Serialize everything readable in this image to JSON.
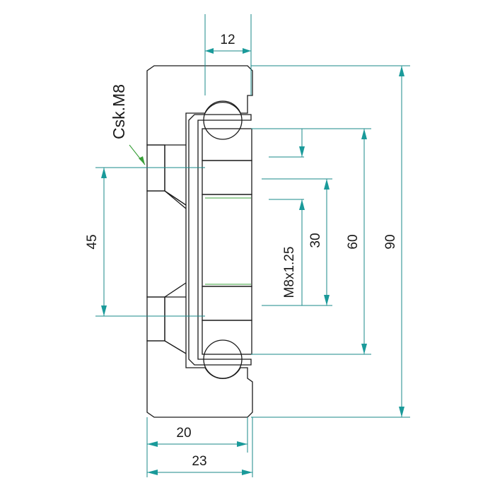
{
  "drawing": {
    "dimensions": {
      "top_width": "12",
      "overall_height": "90",
      "inner_height": "60",
      "thread_pitch_height": "30",
      "hole_spacing": "45",
      "body_width": "20",
      "overall_width": "23"
    },
    "labels": {
      "countersink": "Csk.M8",
      "thread": "M8x1.25"
    },
    "colors": {
      "hatch": "#e8463c",
      "dimension": "#1a8a8a",
      "arrow": "#1a9a9a",
      "leader": "#3aa03a",
      "outline": "#1a1a1a"
    }
  }
}
